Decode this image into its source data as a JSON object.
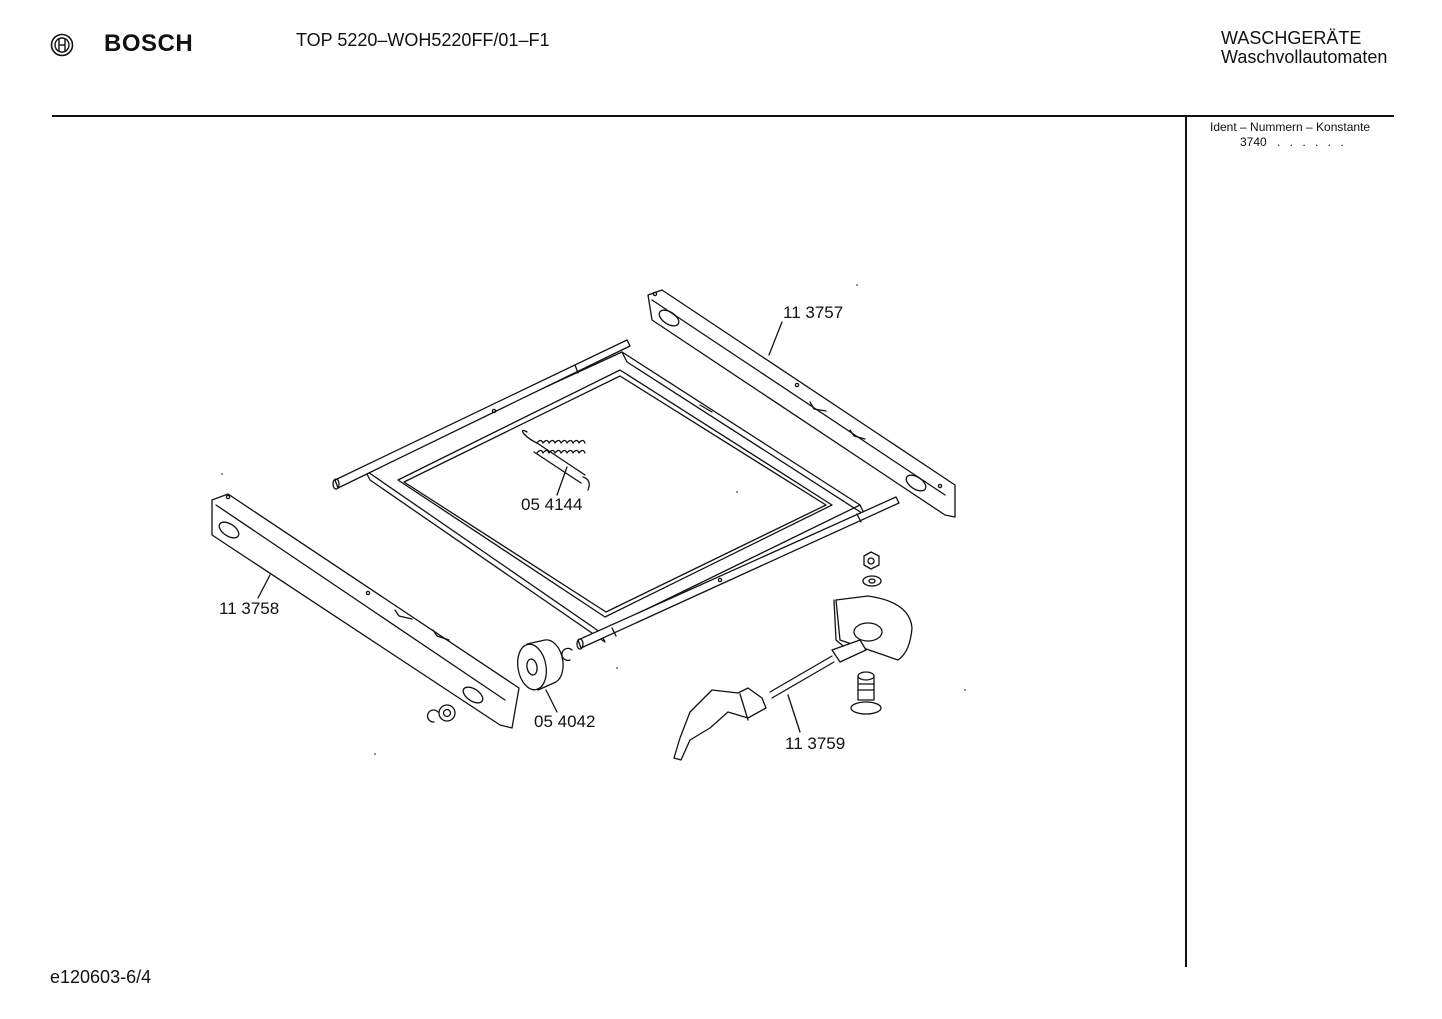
{
  "header": {
    "brand": "BOSCH",
    "model": "TOP 5220–WOH5220FF/01–F1",
    "category": "WASCHGERÄTE",
    "subcategory": "Waschvollautomaten"
  },
  "sidebar": {
    "ident_label": "Ident – Nummern – Konstante",
    "ident_value": "3740",
    "ident_dots": ". . . . . ."
  },
  "parts": [
    {
      "number": "11 3757"
    },
    {
      "number": "05 4144"
    },
    {
      "number": "11 3758"
    },
    {
      "number": "05 4042"
    },
    {
      "number": "11 3759"
    }
  ],
  "footer": {
    "code": "e120603-6/4"
  }
}
